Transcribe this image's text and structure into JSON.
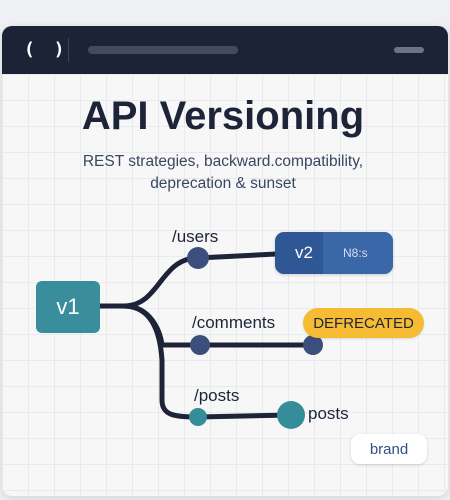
{
  "window": {
    "icon": "( )",
    "bg": "#f7f7f8",
    "titlebar_color": "#1c2336"
  },
  "header": {
    "title": "API Versioning",
    "subtitle_line1": "REST strategies, backward.compatibility,",
    "subtitle_line2": "deprecation & sunset"
  },
  "diagram": {
    "root": {
      "label": "v1",
      "color": "#3a8d9b"
    },
    "branches": [
      {
        "path": "/users",
        "target_label": "v2",
        "target_sublabel": "N8:s",
        "node_color": "#3c4f7c"
      },
      {
        "path": "/comments",
        "badge": "DEFRECATED",
        "badge_color": "#f5bb32",
        "node_color": "#3c4f7c"
      },
      {
        "path": "/posts",
        "target_label": "posts",
        "node_color": "#358d99"
      }
    ],
    "line_color": "#1e2438"
  },
  "footer": {
    "brand_label": "brand"
  }
}
